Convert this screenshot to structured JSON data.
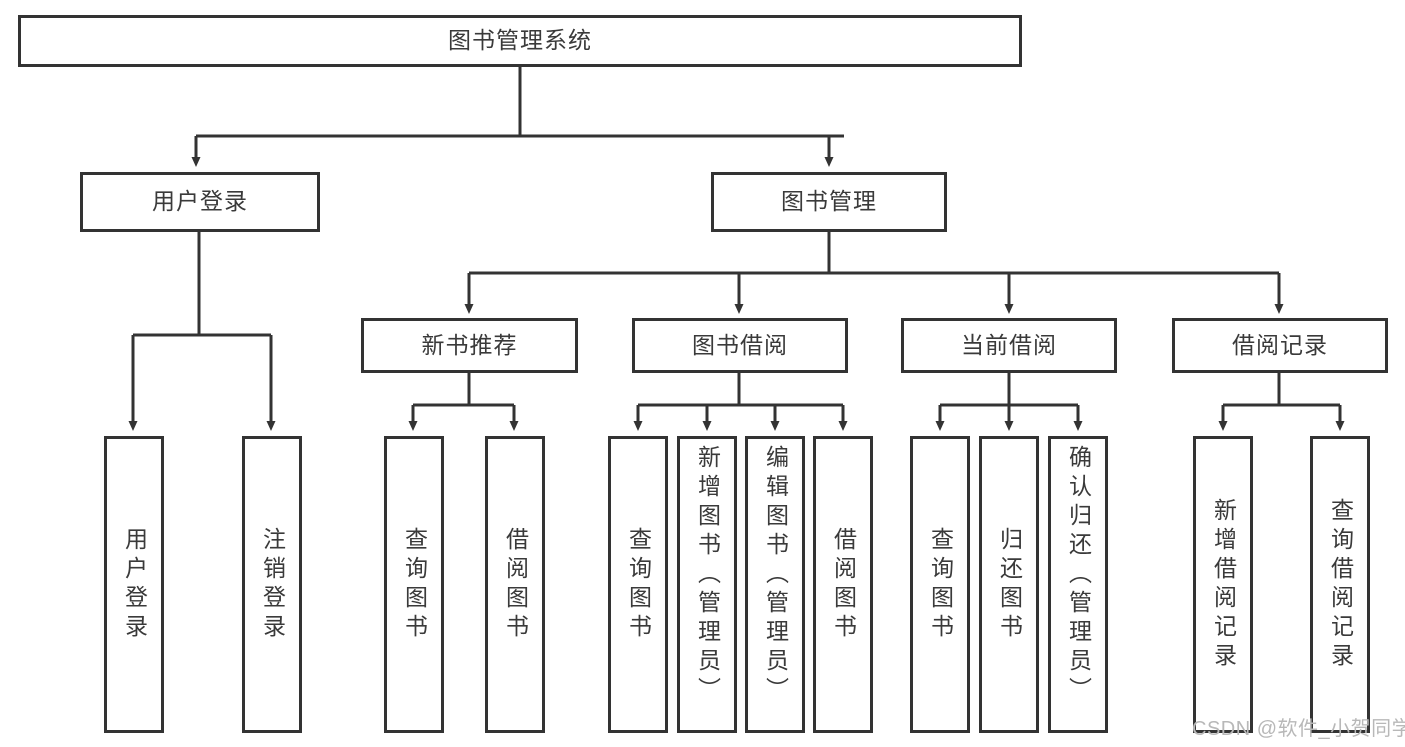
{
  "diagram": {
    "type": "tree-hierarchy",
    "root": {
      "label": "图书管理系统"
    },
    "level2": [
      {
        "label": "用户登录"
      },
      {
        "label": "图书管理"
      }
    ],
    "level3": [
      {
        "label": "新书推荐"
      },
      {
        "label": "图书借阅"
      },
      {
        "label": "当前借阅"
      },
      {
        "label": "借阅记录"
      }
    ],
    "leaves": {
      "user_login": [
        {
          "label": "用户登录"
        },
        {
          "label": "注销登录"
        }
      ],
      "new_book_recommend": [
        {
          "label": "查询图书"
        },
        {
          "label": "借阅图书"
        }
      ],
      "book_borrow": [
        {
          "label": "查询图书"
        },
        {
          "label": "新增图书（管理员）"
        },
        {
          "label": "编辑图书（管理员）"
        },
        {
          "label": "借阅图书"
        }
      ],
      "current_borrow": [
        {
          "label": "查询图书"
        },
        {
          "label": "归还图书"
        },
        {
          "label": "确认归还（管理员）"
        }
      ],
      "borrow_record": [
        {
          "label": "新增借阅记录"
        },
        {
          "label": "查询借阅记录"
        }
      ]
    }
  },
  "watermark": {
    "text": "CSDN @软件_小贺同学"
  },
  "colors": {
    "border": "#333333",
    "text": "#3a3a3a",
    "background": "#ffffff",
    "watermark": "#b8b8b8"
  }
}
